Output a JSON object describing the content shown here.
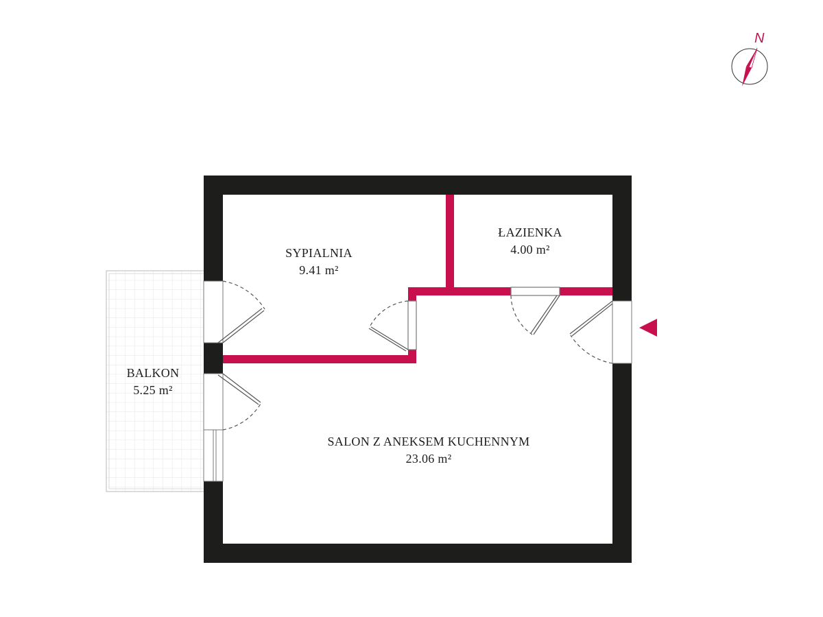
{
  "colors": {
    "outer_wall": "#1d1d1b",
    "inner_wall": "#c8104e",
    "accent": "#c8104e",
    "balcony_grid": "#e6e6e6",
    "door_swing": "#555555"
  },
  "compass": {
    "label": "N",
    "icon": "compass-arrow-icon"
  },
  "entrance": {
    "icon": "entrance-triangle-icon"
  },
  "rooms": [
    {
      "id": "sypialnia",
      "name": "SYPIALNIA",
      "area": "9.41 m²"
    },
    {
      "id": "lazienka",
      "name": "ŁAZIENKA",
      "area": "4.00 m²"
    },
    {
      "id": "balkon",
      "name": "BALKON",
      "area": "5.25 m²"
    },
    {
      "id": "salon",
      "name": "SALON Z ANEKSEM KUCHENNYM",
      "area": "23.06 m²"
    }
  ]
}
